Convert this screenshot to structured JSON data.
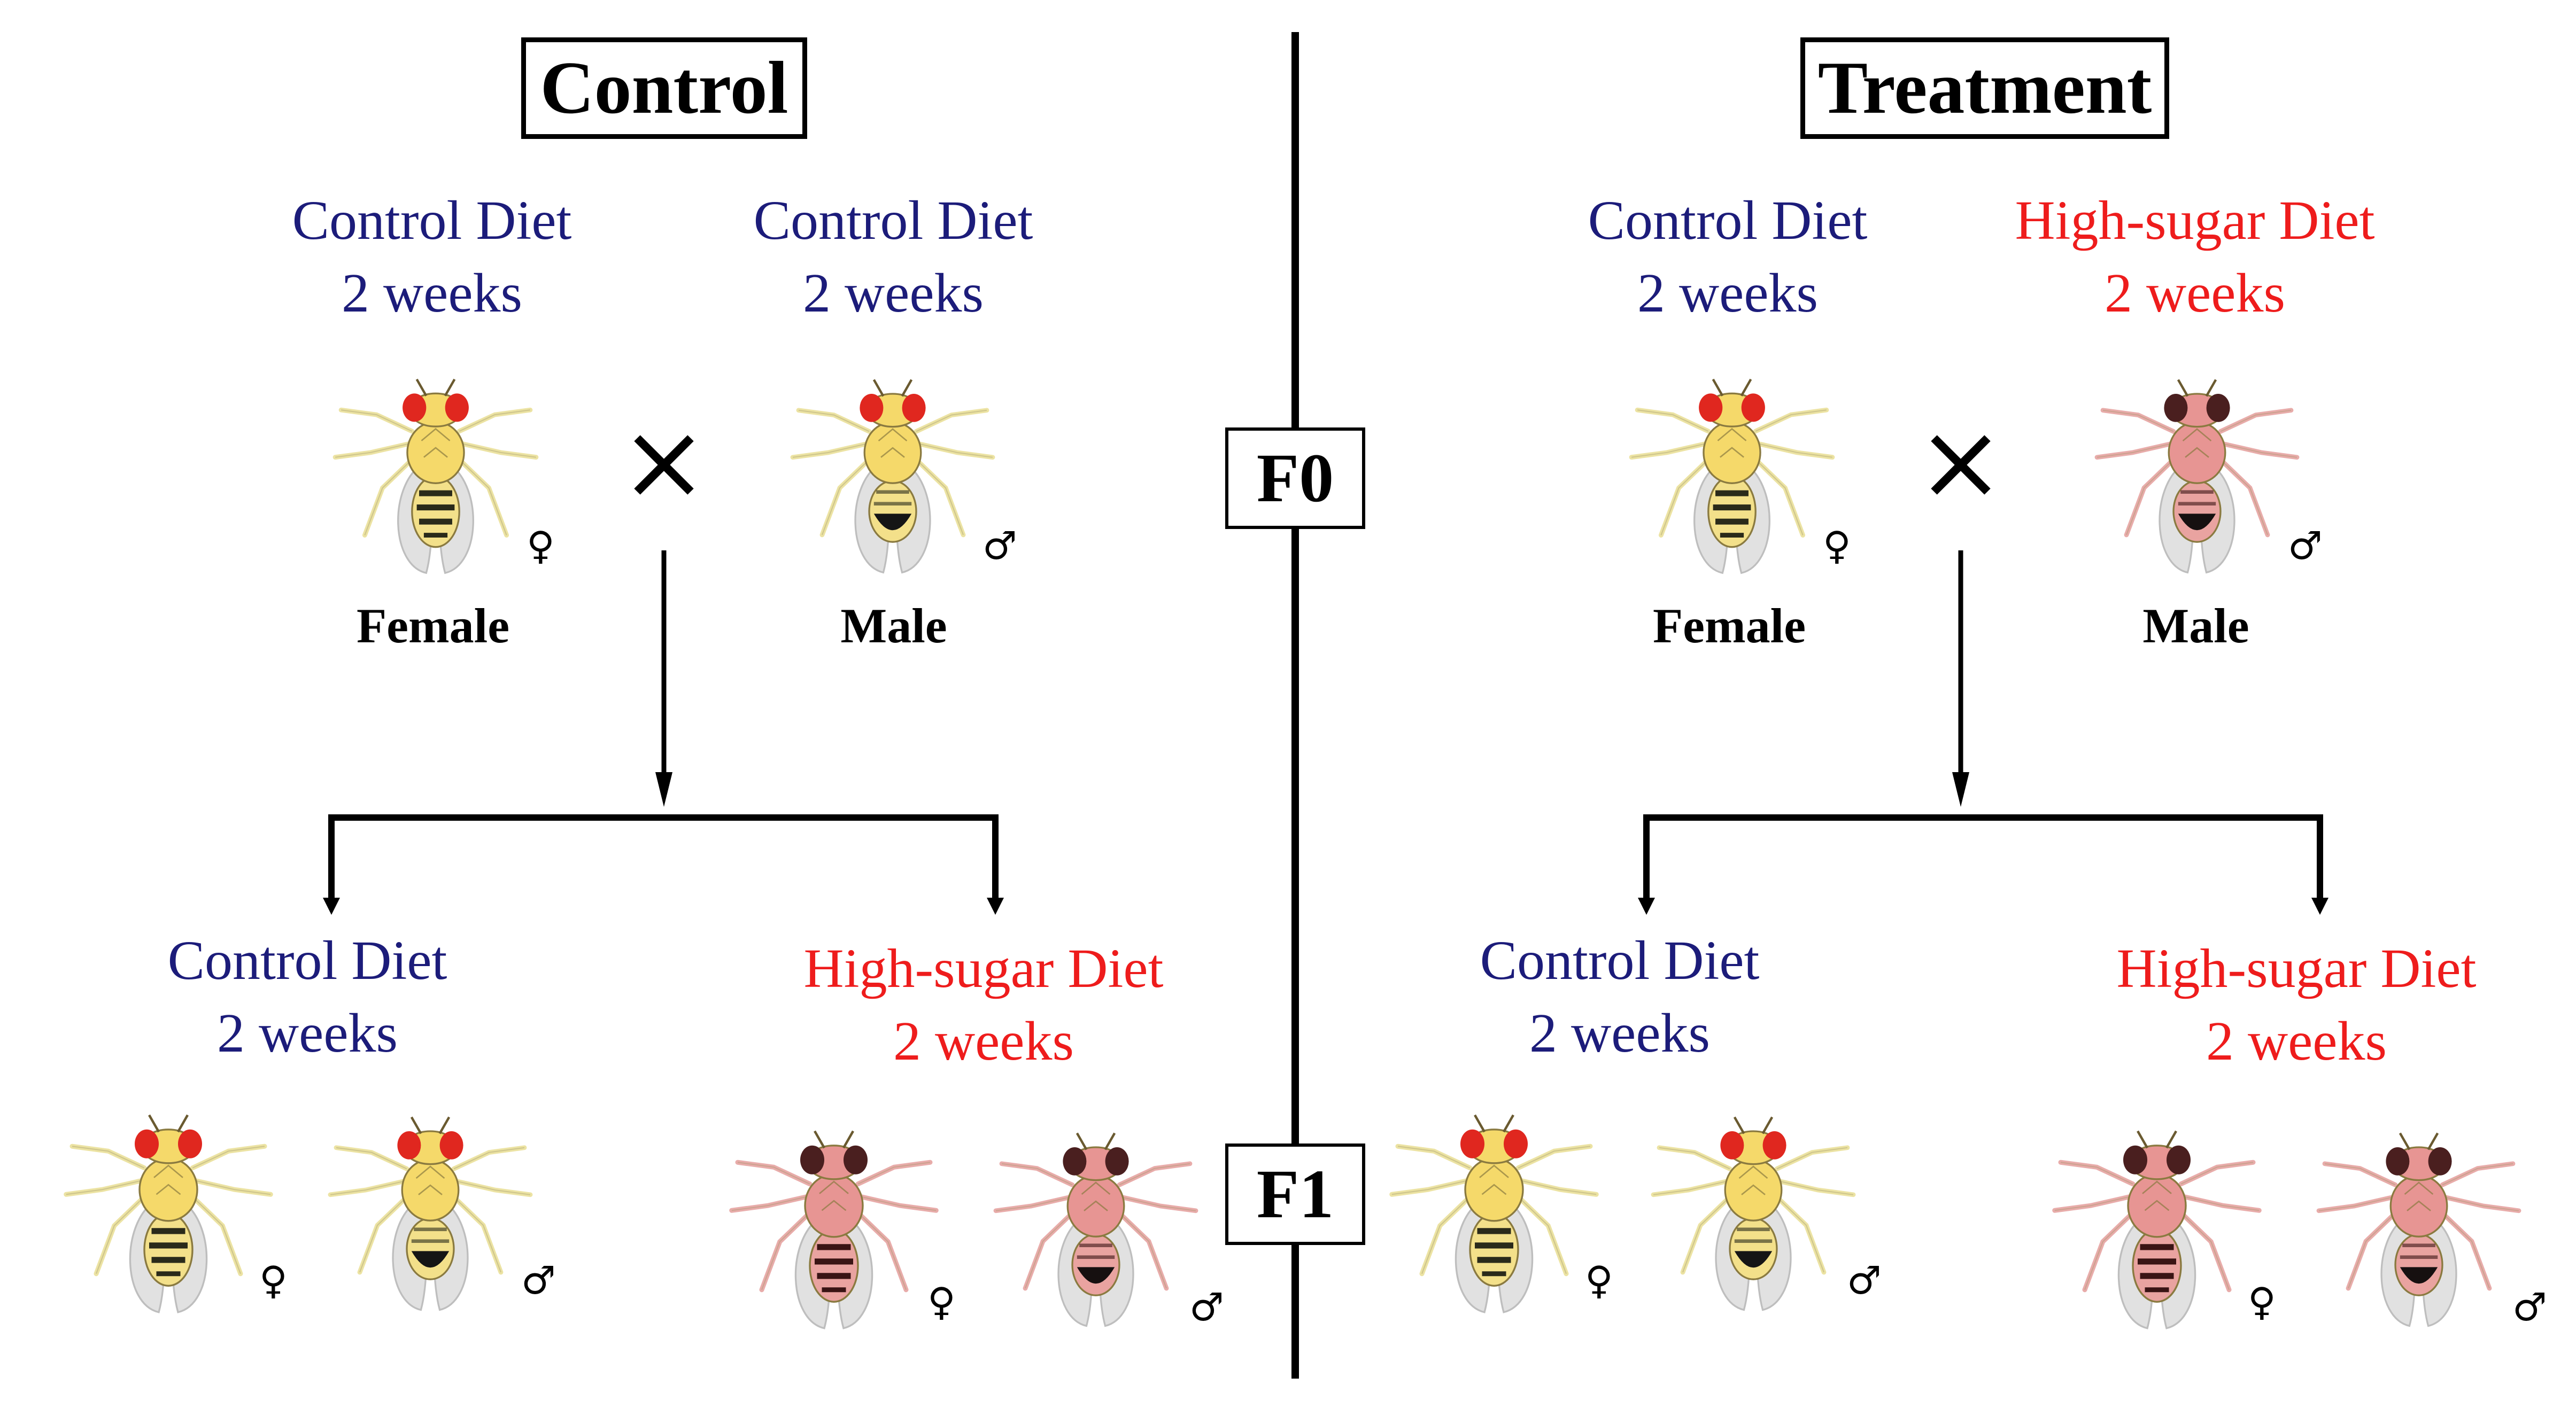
{
  "panels": {
    "control": {
      "title": "Control"
    },
    "treatment": {
      "title": "Treatment"
    }
  },
  "generations": {
    "f0": "F0",
    "f1": "F1"
  },
  "diets": {
    "control": {
      "name": "Control Diet",
      "duration": "2 weeks",
      "color": "#1c1c7a"
    },
    "high_sugar": {
      "name": "High-sugar Diet",
      "duration": "2 weeks",
      "color": "#ee1c1c"
    }
  },
  "sex_labels": {
    "female": "Female",
    "male": "Male"
  },
  "symbols": {
    "female": "♀",
    "male": "♂",
    "cross": "✕"
  },
  "fly_colors": {
    "normal": {
      "body": "#f3e08a",
      "thorax": "#f5d96a",
      "eye": "#e0271f",
      "stripe": "#2a2a1a",
      "tip": "#151515",
      "wing": "#dedede",
      "leg": "#ece3a3"
    },
    "sugar": {
      "body": "#e9a3a0",
      "thorax": "#e79593",
      "eye": "#4a1f1f",
      "stripe": "#3a1414",
      "tip": "#161010",
      "wing": "#dedede",
      "leg": "#e8acaa"
    }
  }
}
